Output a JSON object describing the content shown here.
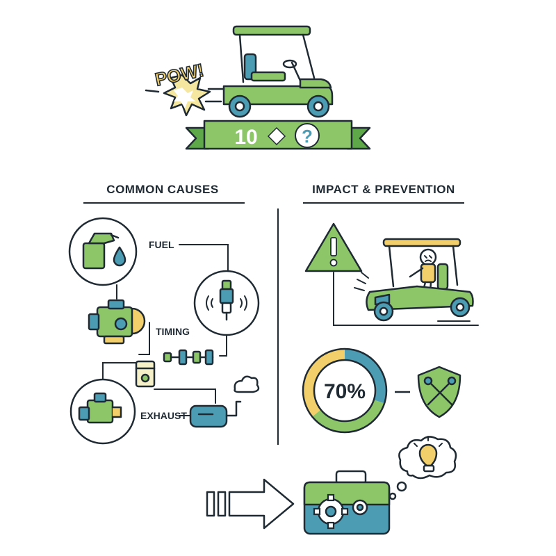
{
  "banner": {
    "left_text": "10",
    "right_text": "?"
  },
  "pow_text": "POW!",
  "sections": {
    "causes": {
      "heading": "COMMON CAUSES"
    },
    "impact": {
      "heading": "IMPACT & PREVENTION"
    }
  },
  "cause_labels": {
    "fuel": "FUEL",
    "timing": "TIMING",
    "exhaust": "EXHAUST"
  },
  "stat": {
    "percent_label": "70%",
    "percent_value": 70
  },
  "colors": {
    "green": "#8cc668",
    "green_dark": "#5ea84a",
    "teal": "#4c9cb4",
    "yellow": "#f2cf6a",
    "outline": "#1f2a33"
  },
  "icons": [
    "golf-cart-icon",
    "explosion-icon",
    "fuel-pump-icon",
    "spark-plug-icon",
    "engine-icon",
    "camshaft-icon",
    "piston-icon",
    "muffler-icon",
    "warning-icon",
    "driver-cart-icon",
    "shield-wrench-icon",
    "arrow-right-icon",
    "toolbox-icon",
    "lightbulb-icon"
  ]
}
